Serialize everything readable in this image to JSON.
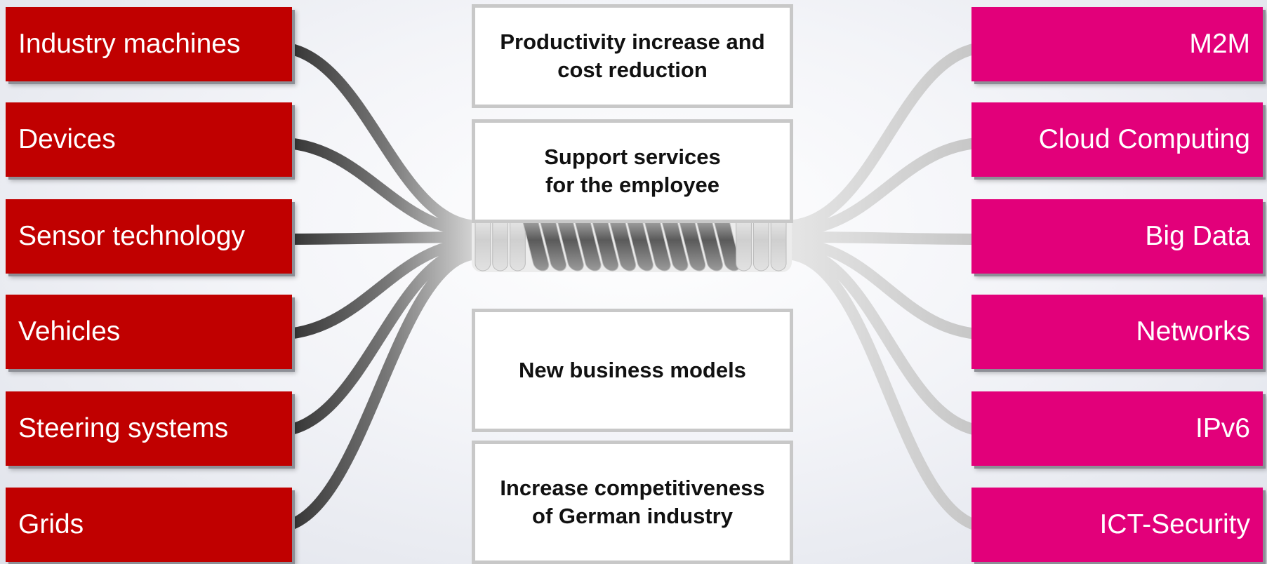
{
  "left_items": [
    {
      "label": "Industry machines"
    },
    {
      "label": "Devices"
    },
    {
      "label": "Sensor technology"
    },
    {
      "label": "Vehicles"
    },
    {
      "label": "Steering systems"
    },
    {
      "label": "Grids"
    }
  ],
  "right_items": [
    {
      "label": "M2M"
    },
    {
      "label": "Cloud Computing"
    },
    {
      "label": "Big Data"
    },
    {
      "label": "Networks"
    },
    {
      "label": "IPv6"
    },
    {
      "label": "ICT-Security"
    }
  ],
  "center_boxes": [
    {
      "text": "Productivity increase and\ncost reduction"
    },
    {
      "text": "Support services\nfor the employee"
    },
    {
      "text": "New business models"
    },
    {
      "text": "Increase competitiveness\nof German industry"
    }
  ],
  "colors": {
    "left_box": "#c00000",
    "right_box": "#e2007a",
    "left_cable": "#3a3a3a",
    "right_cable": "#cfcfcf",
    "center_border": "#c8c8c8"
  }
}
